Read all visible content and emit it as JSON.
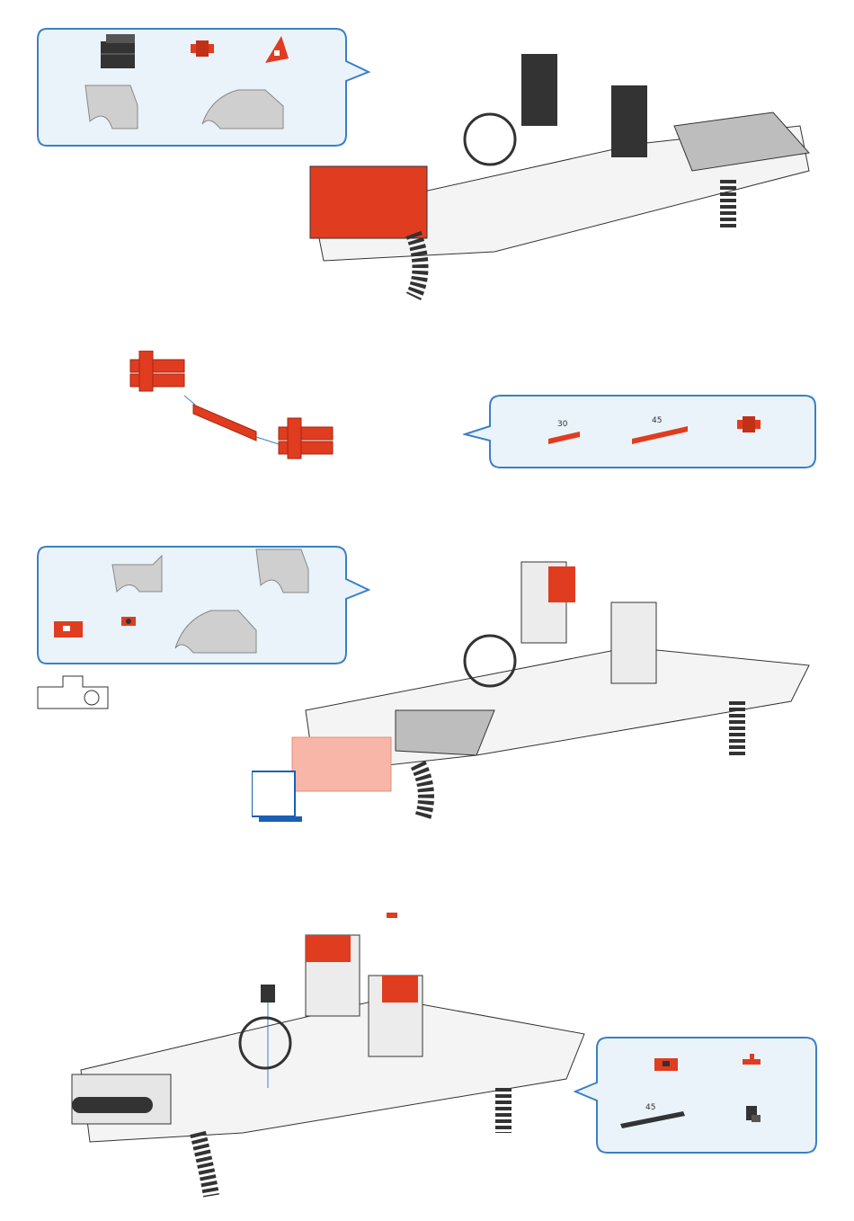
{
  "steps": [
    {
      "parts": [
        {
          "icon": "black-building-block-icon"
        },
        {
          "icon": "red-connector-icon"
        },
        {
          "icon": "red-angle-block-icon"
        },
        {
          "icon": "grey-mudguard-small-icon"
        },
        {
          "icon": "grey-mudguard-large-icon"
        }
      ]
    },
    {
      "parts": [
        {
          "icon": "red-strut-icon",
          "label": "30"
        },
        {
          "icon": "red-strut-icon",
          "label": "45"
        },
        {
          "icon": "red-connector-icon"
        }
      ]
    },
    {
      "parts": [
        {
          "icon": "grey-mudguard-small-icon"
        },
        {
          "icon": "grey-mudguard-small-icon"
        },
        {
          "icon": "red-building-block-icon"
        },
        {
          "icon": "red-clip-icon"
        },
        {
          "icon": "grey-mudguard-large-icon"
        }
      ],
      "detail_box_label": ""
    },
    {
      "parts": [
        {
          "icon": "red-block-icon"
        },
        {
          "icon": "red-clip-icon"
        },
        {
          "icon": "black-link-strip-icon",
          "label": "45"
        },
        {
          "icon": "black-angle-connector-icon"
        }
      ]
    }
  ],
  "colors": {
    "bubble_border": "#3b7fc4",
    "bubble_fill": "#e9f3f9",
    "part_red": "#e03c20",
    "part_dark": "#333333",
    "part_grey": "#cfcfcf",
    "accent_blue": "#1a5fb4"
  }
}
